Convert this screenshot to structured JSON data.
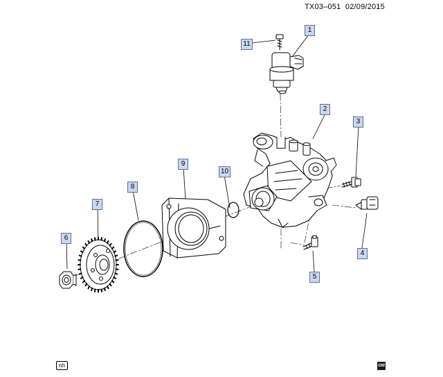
{
  "document_id": "TX03–051",
  "date": "02/09/2015",
  "callouts": {
    "c1": "1",
    "c2": "2",
    "c3": "3",
    "c4": "4",
    "c5": "5",
    "c6": "6",
    "c7": "7",
    "c8": "8",
    "c9": "9",
    "c10": "10",
    "c11": "11"
  },
  "footer": {
    "note": "nh",
    "logo_text": "GM"
  },
  "colors": {
    "callout_fill": "#c9d8ef",
    "callout_border": "#5a6e98",
    "line": "#000000"
  }
}
